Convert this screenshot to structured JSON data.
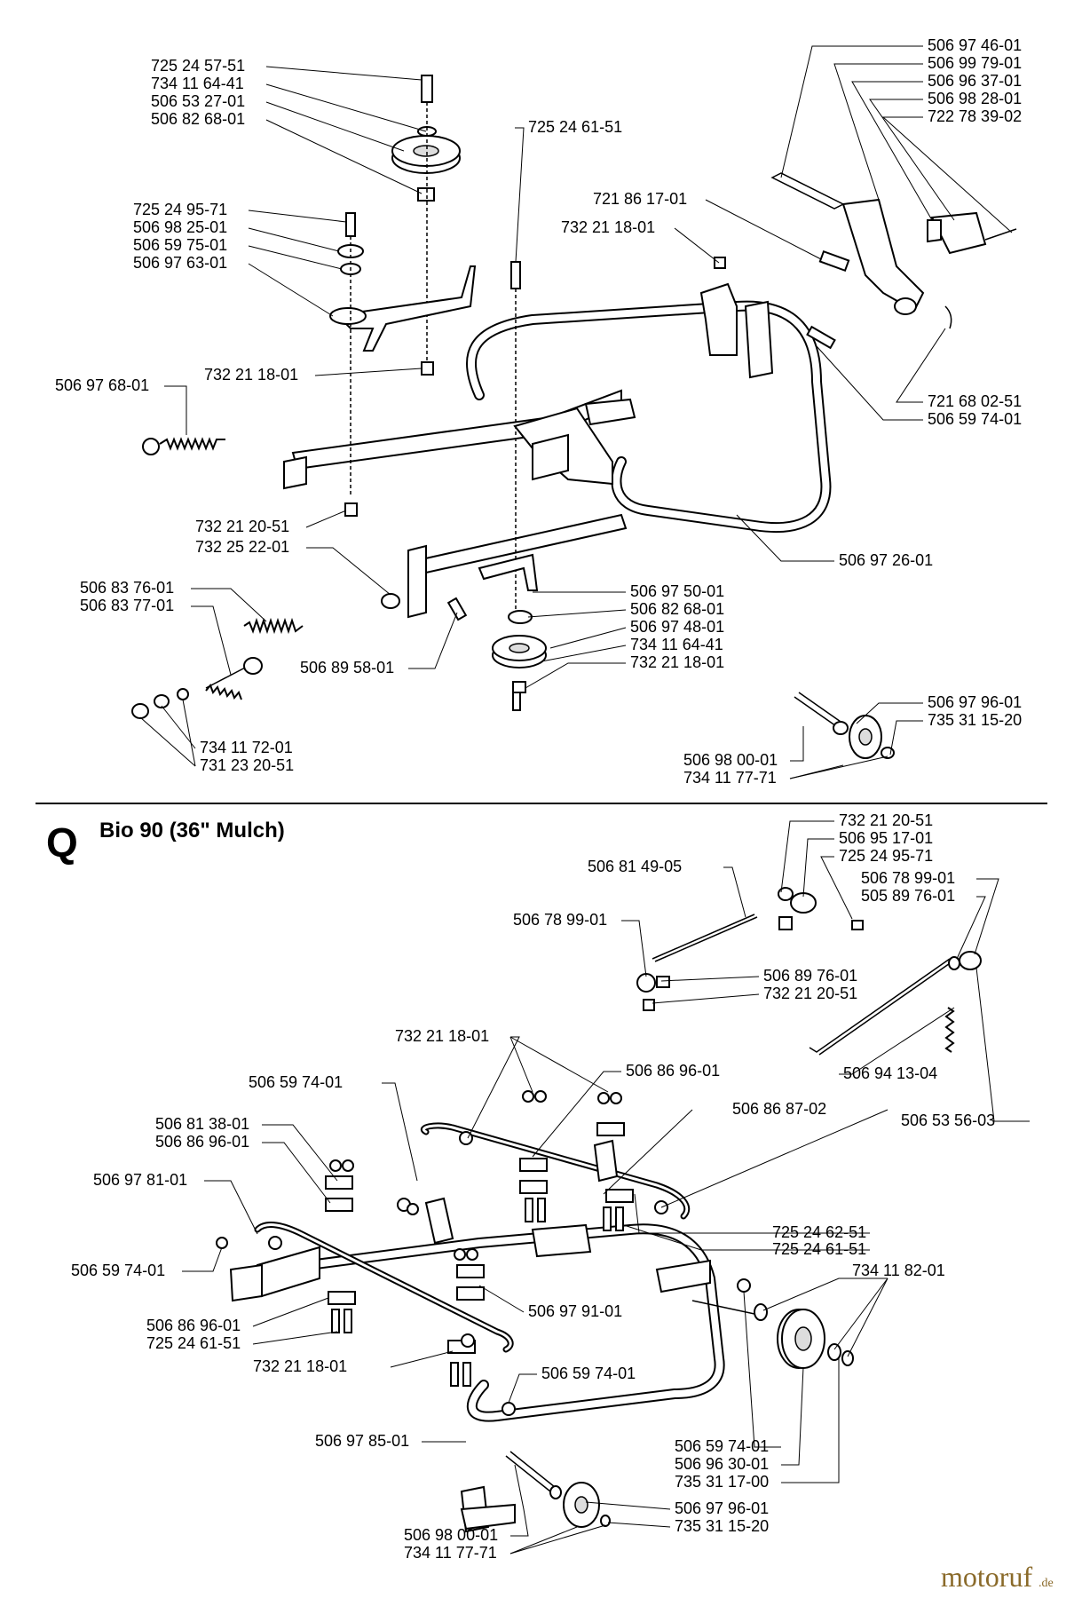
{
  "section": {
    "letter": "Q",
    "title": "Bio 90 (36\" Mulch)"
  },
  "brand": {
    "name": "motoruf",
    "tld": ".de"
  },
  "labels_top": [
    "725 24 57-51",
    "734 11 64-41",
    "506 53 27-01",
    "506 82 68-01",
    "725 24 95-71",
    "506 98 25-01",
    "506 59 75-01",
    "506 97 63-01",
    "732 21 18-01",
    "506 97 68-01",
    "725 24 61-51",
    "721 86 17-01",
    "732 21 18-01",
    "506 97 46-01",
    "506 99 79-01",
    "506 96 37-01",
    "506 98 28-01",
    "722 78 39-02",
    "721 68 02-51",
    "506 59 74-01",
    "506 97 26-01",
    "732 21 20-51",
    "732 25 22-01",
    "506 83 76-01",
    "506 83 77-01",
    "506 89 58-01",
    "506 97 50-01",
    "506 82 68-01",
    "506 97 48-01",
    "734 11 64-41",
    "732 21 18-01",
    "734 11 72-01",
    "731 23 20-51",
    "506 97 96-01",
    "735 31 15-20",
    "506 98 00-01",
    "734 11 77-71"
  ],
  "labels_bottom": [
    "732 21 20-51",
    "506 95 17-01",
    "725 24 95-71",
    "506 81 49-05",
    "506 78 99-01",
    "505 89 76-01",
    "506 78 99-01",
    "506 89 76-01",
    "732 21 20-51",
    "732 21 18-01",
    "506 86 96-01",
    "506 59 74-01",
    "506 86 87-02",
    "506 94 13-04",
    "506 53 56-03",
    "506 81 38-01",
    "506 86 96-01",
    "506 97 81-01",
    "725 24 62-51",
    "725 24 61-51",
    "506 59 74-01",
    "734 11 82-01",
    "506 97 91-01",
    "506 86 96-01",
    "725 24 61-51",
    "732 21 18-01",
    "506 59 74-01",
    "506 97 85-01",
    "506 59 74-01",
    "506 96 30-01",
    "735 31 17-00",
    "506 97 96-01",
    "735 31 15-20",
    "506 98 00-01",
    "734 11 77-71"
  ]
}
